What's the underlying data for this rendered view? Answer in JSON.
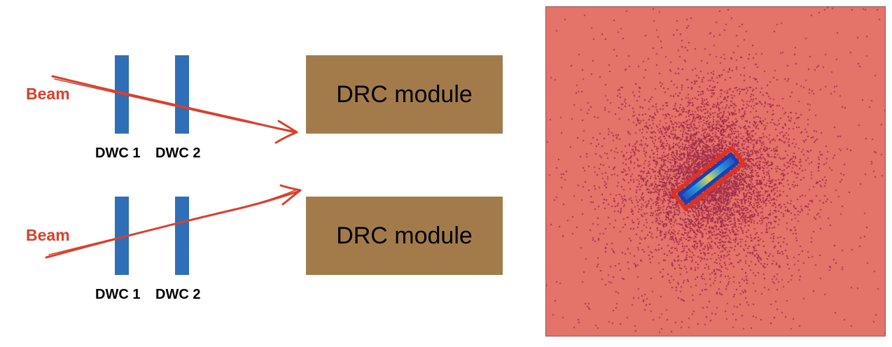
{
  "top": {
    "beam_label": "Beam",
    "dwc1_label": "DWC 1",
    "dwc2_label": "DWC 2",
    "module_label": "DRC module"
  },
  "bottom": {
    "beam_label": "Beam",
    "dwc1_label": "DWC 1",
    "dwc2_label": "DWC 2",
    "module_label": "DRC module"
  },
  "colors": {
    "beam": "#d8412c",
    "dwc": "#2f6fb8",
    "module": "#a37b4b",
    "hitmap_background": "#e4736a",
    "hitmap_scatter": "#9b2a4a",
    "roi_outline": "#e0321e"
  }
}
